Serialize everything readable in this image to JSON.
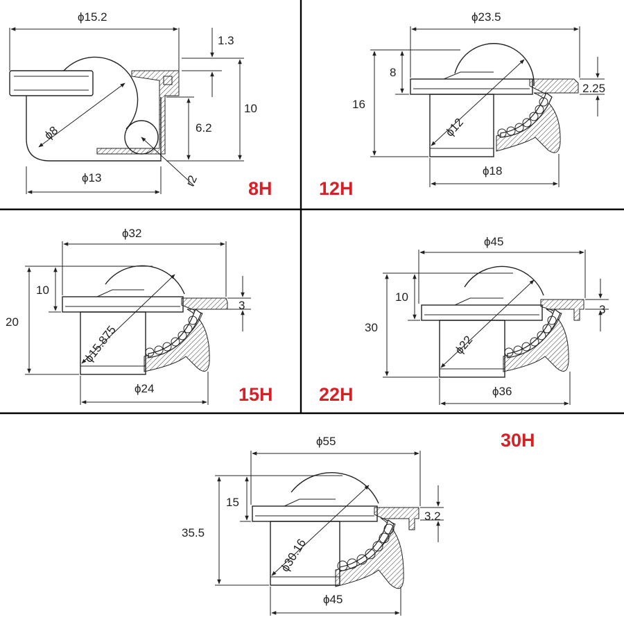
{
  "panels": [
    {
      "id": "8H",
      "model": "8H",
      "dims": {
        "top_dia": "ϕ15.2",
        "flange_thk": "1.3",
        "height": "10",
        "body_h": "6.2",
        "ball_dia": "ϕ8",
        "base_dia": "ϕ13",
        "radius": "r2"
      }
    },
    {
      "id": "12H",
      "model": "12H",
      "dims": {
        "top_dia": "ϕ23.5",
        "flange_h": "8",
        "height": "16",
        "flange_thk": "2.25",
        "ball_dia": "ϕ12",
        "base_dia": "ϕ18"
      }
    },
    {
      "id": "15H",
      "model": "15H",
      "dims": {
        "top_dia": "ϕ32",
        "flange_h": "10",
        "height": "20",
        "flange_thk": "3",
        "ball_dia": "ϕ15.875",
        "base_dia": "ϕ24"
      }
    },
    {
      "id": "22H",
      "model": "22H",
      "dims": {
        "top_dia": "ϕ45",
        "flange_h": "10",
        "height": "30",
        "flange_thk": "3",
        "ball_dia": "ϕ22",
        "base_dia": "ϕ36"
      }
    },
    {
      "id": "30H",
      "model": "30H",
      "dims": {
        "top_dia": "ϕ55",
        "flange_h": "15",
        "height": "35.5",
        "flange_thk": "3.2",
        "ball_dia": "ϕ30.16",
        "base_dia": "ϕ45"
      }
    }
  ]
}
